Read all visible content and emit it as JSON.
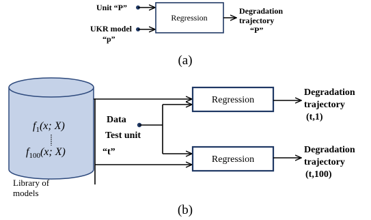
{
  "panel_a": {
    "input_unit": "Unit “P”",
    "input_model_line1": "UKR model",
    "input_model_line2": "“p”",
    "box_label": "Regression",
    "output_line1": "Degradation",
    "output_line2": "trajectory",
    "output_line3": "“P”",
    "caption": "(a)"
  },
  "panel_b": {
    "library": {
      "model_first_f": "f",
      "model_first_sub": "1",
      "model_first_args": "(x; X)",
      "model_last_f": "f",
      "model_last_sub": "100",
      "model_last_args": "(x; X)",
      "label_line1": "Library of",
      "label_line2": "models",
      "fill_color": "#c5d2e8",
      "stroke_color": "#2e4a7d"
    },
    "data_input": {
      "line1": "Data",
      "line2": "Test unit",
      "line3": "“t”"
    },
    "box_top_label": "Regression",
    "box_bottom_label": "Regression",
    "box_stroke_color": "#1f3864",
    "output_top": {
      "line1": "Degradation",
      "line2": "trajectory",
      "line3": "(t,1)"
    },
    "output_bottom": {
      "line1": "Degradation",
      "line2": "trajectory",
      "line3": "(t,100)"
    },
    "caption": "(b)"
  }
}
